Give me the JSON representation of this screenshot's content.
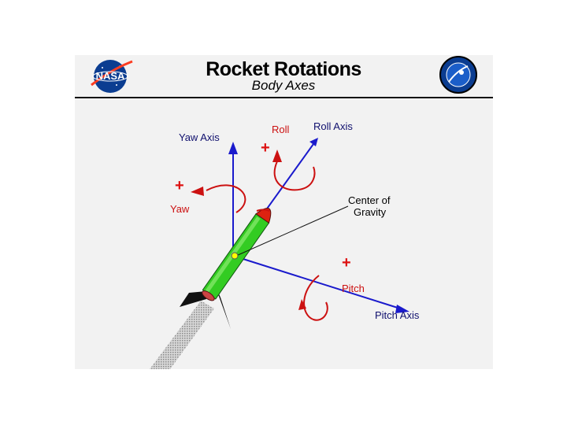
{
  "header": {
    "title": "Rocket Rotations",
    "subtitle": "Body Axes",
    "left_logo_text": "NASA",
    "left_logo_icon": "nasa-meatball-logo-icon",
    "right_logo_icon": "glenn-research-center-seal-icon"
  },
  "labels": {
    "yaw_axis": "Yaw Axis",
    "roll": "Roll",
    "roll_axis": "Roll Axis",
    "yaw": "Yaw",
    "center_of_gravity_line1": "Center of",
    "center_of_gravity_line2": "Gravity",
    "pitch": "Pitch",
    "pitch_axis": "Pitch Axis",
    "plus_roll": "+",
    "plus_yaw": "+",
    "plus_pitch": "+"
  },
  "colors": {
    "axis": "#1a1acc",
    "rotation": "#cc1111",
    "rocket_body": "#33cc22",
    "rocket_nose": "#dd2211",
    "fins": "#111111",
    "cg_marker": "#ffff00",
    "exhaust": "#bbbbbb"
  }
}
